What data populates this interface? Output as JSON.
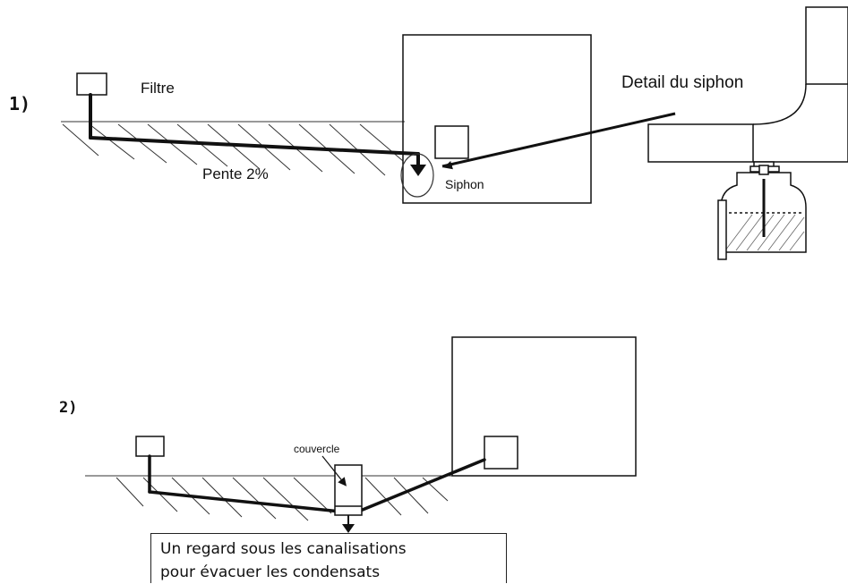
{
  "figure1": {
    "number": "1)",
    "filter_label": "Filtre",
    "slope_label": "Pente 2%",
    "siphon_label": "Siphon",
    "detail_label": "Detail du siphon"
  },
  "figure2": {
    "number": "2)",
    "lid_label": "couvercle",
    "note_line1": "Un regard sous les canalisations",
    "note_line2": "pour évacuer les condensats"
  }
}
